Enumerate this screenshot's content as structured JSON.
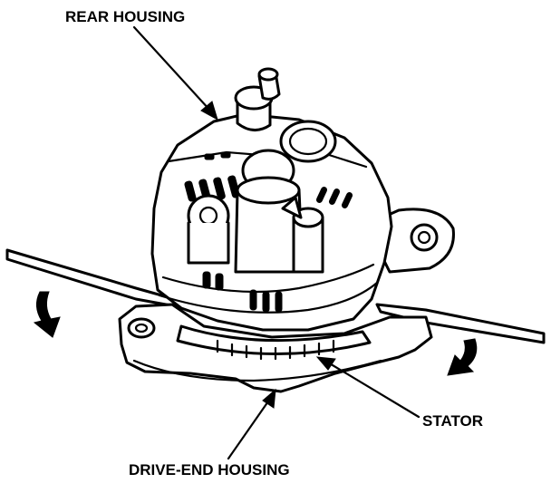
{
  "figure": {
    "labels": {
      "rear_housing": "REAR HOUSING",
      "stator": "STATOR",
      "drive_end_housing": "DRIVE-END HOUSING"
    },
    "ink_color": "#000000",
    "background_color": "#ffffff"
  }
}
